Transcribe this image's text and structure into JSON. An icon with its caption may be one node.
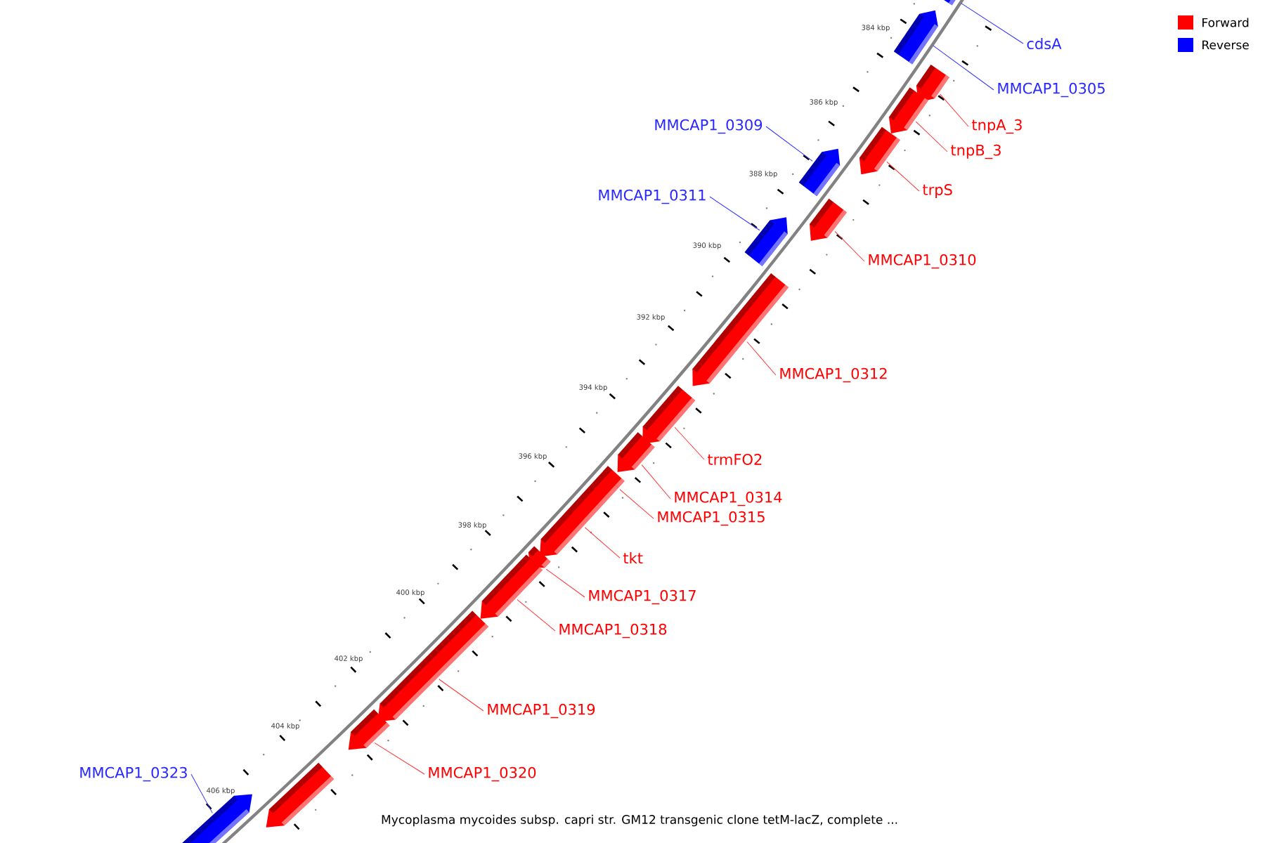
{
  "diagram": {
    "caption": "Mycoplasma mycoides subsp. capri str. GM12 transgenic clone tetM-lacZ, complete ...",
    "nodes": [
      {
        "text": [
          "cdsA"
        ]
      },
      {
        "text": [],
        "shape": "arrow"
      },
      {
        "text": [
          "MMCAP1_0305"
        ]
      },
      {
        "text": [],
        "shape": "arrow"
      },
      {
        "text": [
          "tnpA_3"
        ]
      },
      {
        "text": [],
        "shape": "arrow"
      },
      {
        "text": [
          "tnpB_3"
        ]
      },
      {
        "text": [],
        "shape": "arrow"
      },
      {
        "text": [
          "MMCAP1_0309"
        ]
      },
      {
        "text": [],
        "shape": "arrow"
      },
      {
        "text": [
          "trpS"
        ]
      },
      {
        "text": [],
        "shape": "arrow"
      },
      {
        "text": [
          "MMCAP1_0311"
        ]
      },
      {
        "text": [],
        "shape": "arrow"
      },
      {
        "text": [
          "MMCAP1_0310"
        ]
      },
      {
        "text": [],
        "shape": "arrow"
      },
      {
        "text": [
          "MMCAP1_0312"
        ]
      },
      {
        "text": [],
        "shape": "arrow"
      },
      {
        "text": [
          "trmFO2"
        ]
      },
      {
        "text": [],
        "shape": "arrow"
      },
      {
        "text": [
          "MMCAP1_0314"
        ]
      },
      {
        "text": [],
        "shape": "arrow"
      },
      {
        "text": [
          "MMCAP1_0315"
        ]
      },
      {
        "text": [],
        "shape": "arrow"
      },
      {
        "text": [
          "tkt"
        ]
      },
      {
        "text": [],
        "shape": "arrow"
      },
      {
        "text": [
          "MMCAP1_0317"
        ]
      },
      {
        "text": [],
        "shape": "arrow"
      },
      {
        "text": [
          "MMCAP1_0318"
        ]
      },
      {
        "text": [],
        "shape": "arrow"
      },
      {
        "text": [
          "MMCAP1_0319"
        ]
      },
      {
        "text": [],
        "shape": "arrow"
      },
      {
        "text": [
          "MMCAP1_0320"
        ]
      },
      {
        "text": [],
        "shape": "arrow"
      },
      {
        "text": [],
        "shape": "arrow"
      },
      {
        "text": [
          "MMCAP1_0323"
        ]
      },
      {
        "text": [],
        "shape": "arrow"
      }
    ],
    "edges": [
      {
        "from": 0,
        "to": 1,
        "arrow": "none",
        "color": "#3333ff"
      },
      {
        "from": 2,
        "to": 3,
        "arrow": "none",
        "color": "#3333ff"
      },
      {
        "from": 4,
        "to": 5,
        "arrow": "none"
      },
      {
        "from": 6,
        "to": 7,
        "arrow": "none"
      },
      {
        "from": 8,
        "to": 9,
        "arrow": "none",
        "color": "#3333ff"
      },
      {
        "from": 10,
        "to": 11,
        "arrow": "none"
      },
      {
        "from": 12,
        "to": 13,
        "arrow": "none",
        "color": "#3333ff"
      },
      {
        "from": 14,
        "to": 15,
        "arrow": "none"
      },
      {
        "from": 16,
        "to": 17,
        "arrow": "none"
      },
      {
        "from": 18,
        "to": 19,
        "arrow": "none"
      },
      {
        "from": 20,
        "to": 21,
        "arrow": "none"
      },
      {
        "from": 22,
        "to": 23,
        "arrow": "none"
      },
      {
        "from": 24,
        "to": 25,
        "arrow": "none"
      },
      {
        "from": 26,
        "to": 27,
        "arrow": "none"
      },
      {
        "from": 28,
        "to": 29,
        "arrow": "none"
      },
      {
        "from": 30,
        "to": 31,
        "arrow": "none"
      },
      {
        "from": 32,
        "to": 33,
        "arrow": "none"
      },
      {
        "from": 35,
        "to": 36,
        "arrow": "none",
        "color": "#3333ff"
      }
    ],
    "labels": [
      "384 kbp",
      "386 kbp",
      "388 kbp",
      "390 kbp",
      "392 kbp",
      "394 kbp",
      "396 kbp",
      "398 kbp",
      "400 kbp",
      "402 kbp",
      "404 kbp",
      "406 kbp"
    ],
    "legend": [
      {
        "text": "Forward",
        "color": "#ff0000"
      },
      {
        "text": "Reverse",
        "color": "#0000ff"
      }
    ]
  }
}
